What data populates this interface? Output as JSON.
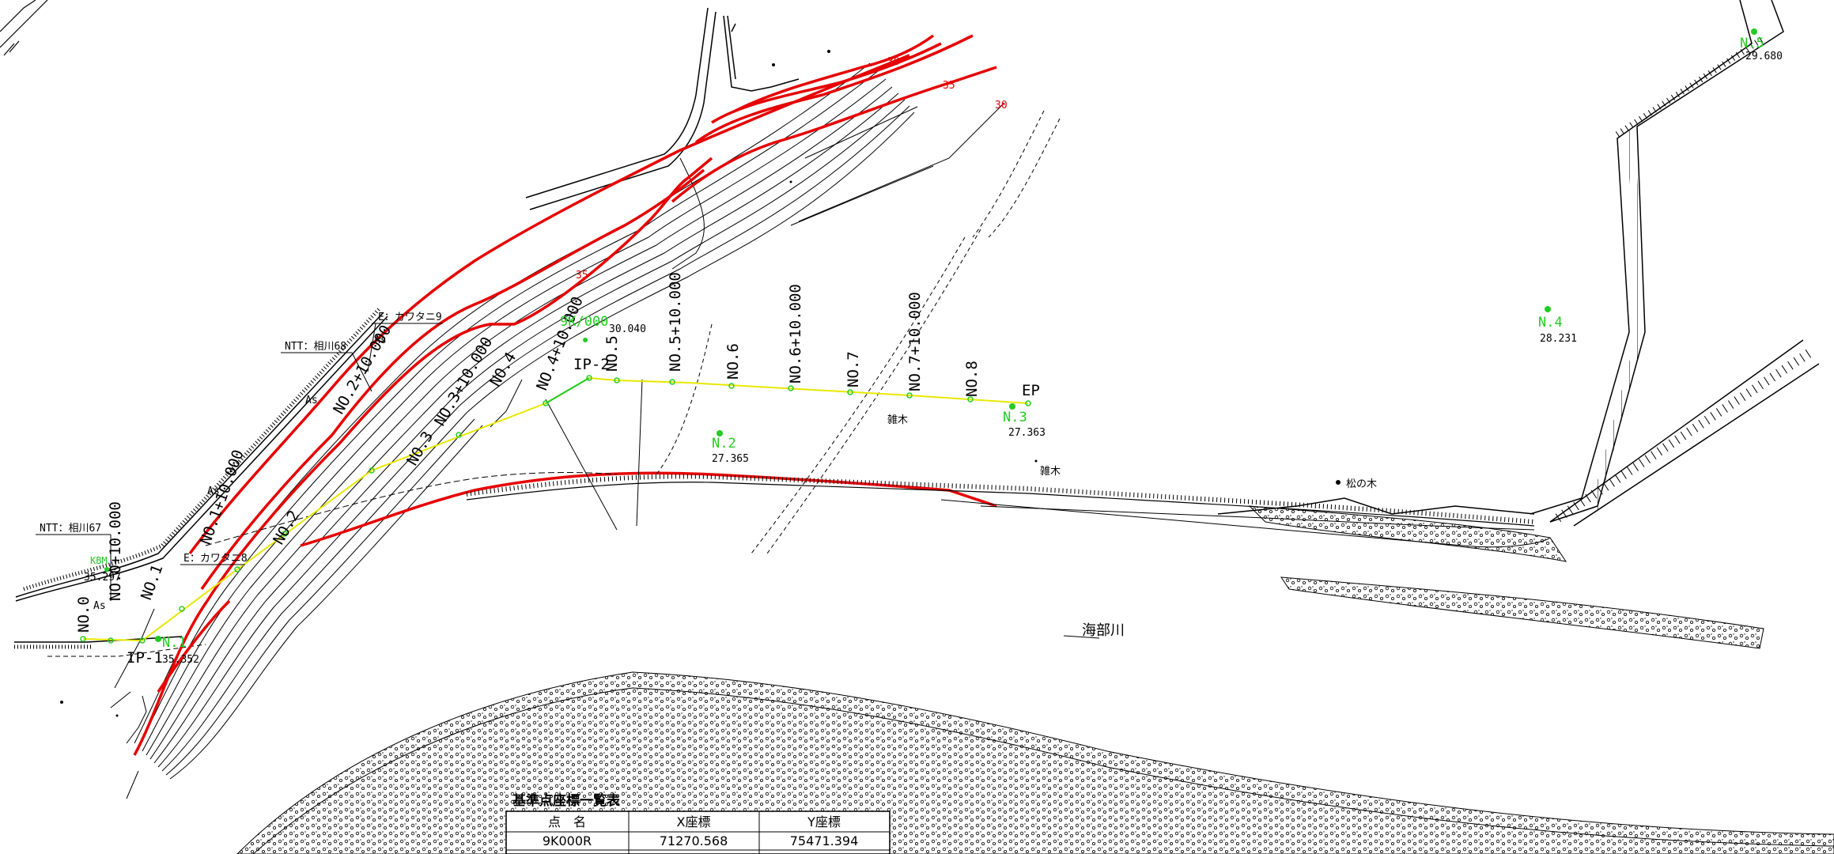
{
  "colors": {
    "contour": "#000000",
    "index_contour": "#e60000",
    "centerline": "#e8e800",
    "survey_point": "#22cc22"
  },
  "stations": [
    "NO.0",
    "NO.0+10.000",
    "NO.1",
    "NO.1+10.000",
    "NO.2",
    "NO.2+10.000",
    "NO.3",
    "NO.3+10.000",
    "NO.4",
    "NO.4+10.000",
    "NO.5",
    "NO.5+10.000",
    "NO.6",
    "NO.6+10.000",
    "NO.7",
    "NO.7+10.000",
    "NO.8"
  ],
  "ip_labels": {
    "ip1": "IP-1",
    "ip2": "IP-2",
    "ep": "EP"
  },
  "survey_points": [
    {
      "name": "N.1",
      "elev": "35.352"
    },
    {
      "name": "N.2",
      "elev": "27.365"
    },
    {
      "name": "N.3",
      "elev": "27.363"
    },
    {
      "name": "N.4",
      "elev": "28.231"
    },
    {
      "name": "N.5",
      "elev": "29.680"
    },
    {
      "name": "9K/000",
      "elev": "30.040"
    },
    {
      "name": "KBM",
      "elev": "35.297"
    }
  ],
  "annotations": {
    "ntt67": "NTT：相川67",
    "ntt68": "NTT：相川68",
    "e_kawatani1": "E：カワタニ9",
    "e_kawatani2": "E：カワタニ8",
    "as": "As",
    "zatsuboku": "雑木",
    "matsunoki": "松の木",
    "river": "海部川",
    "c30": "30",
    "c35": "35"
  },
  "table": {
    "title": "基準点座標一覧表",
    "headers": [
      "点　名",
      "X座標",
      "Y座標"
    ],
    "rows": [
      [
        "9K000R",
        "71270.568",
        "75471.394"
      ]
    ]
  }
}
